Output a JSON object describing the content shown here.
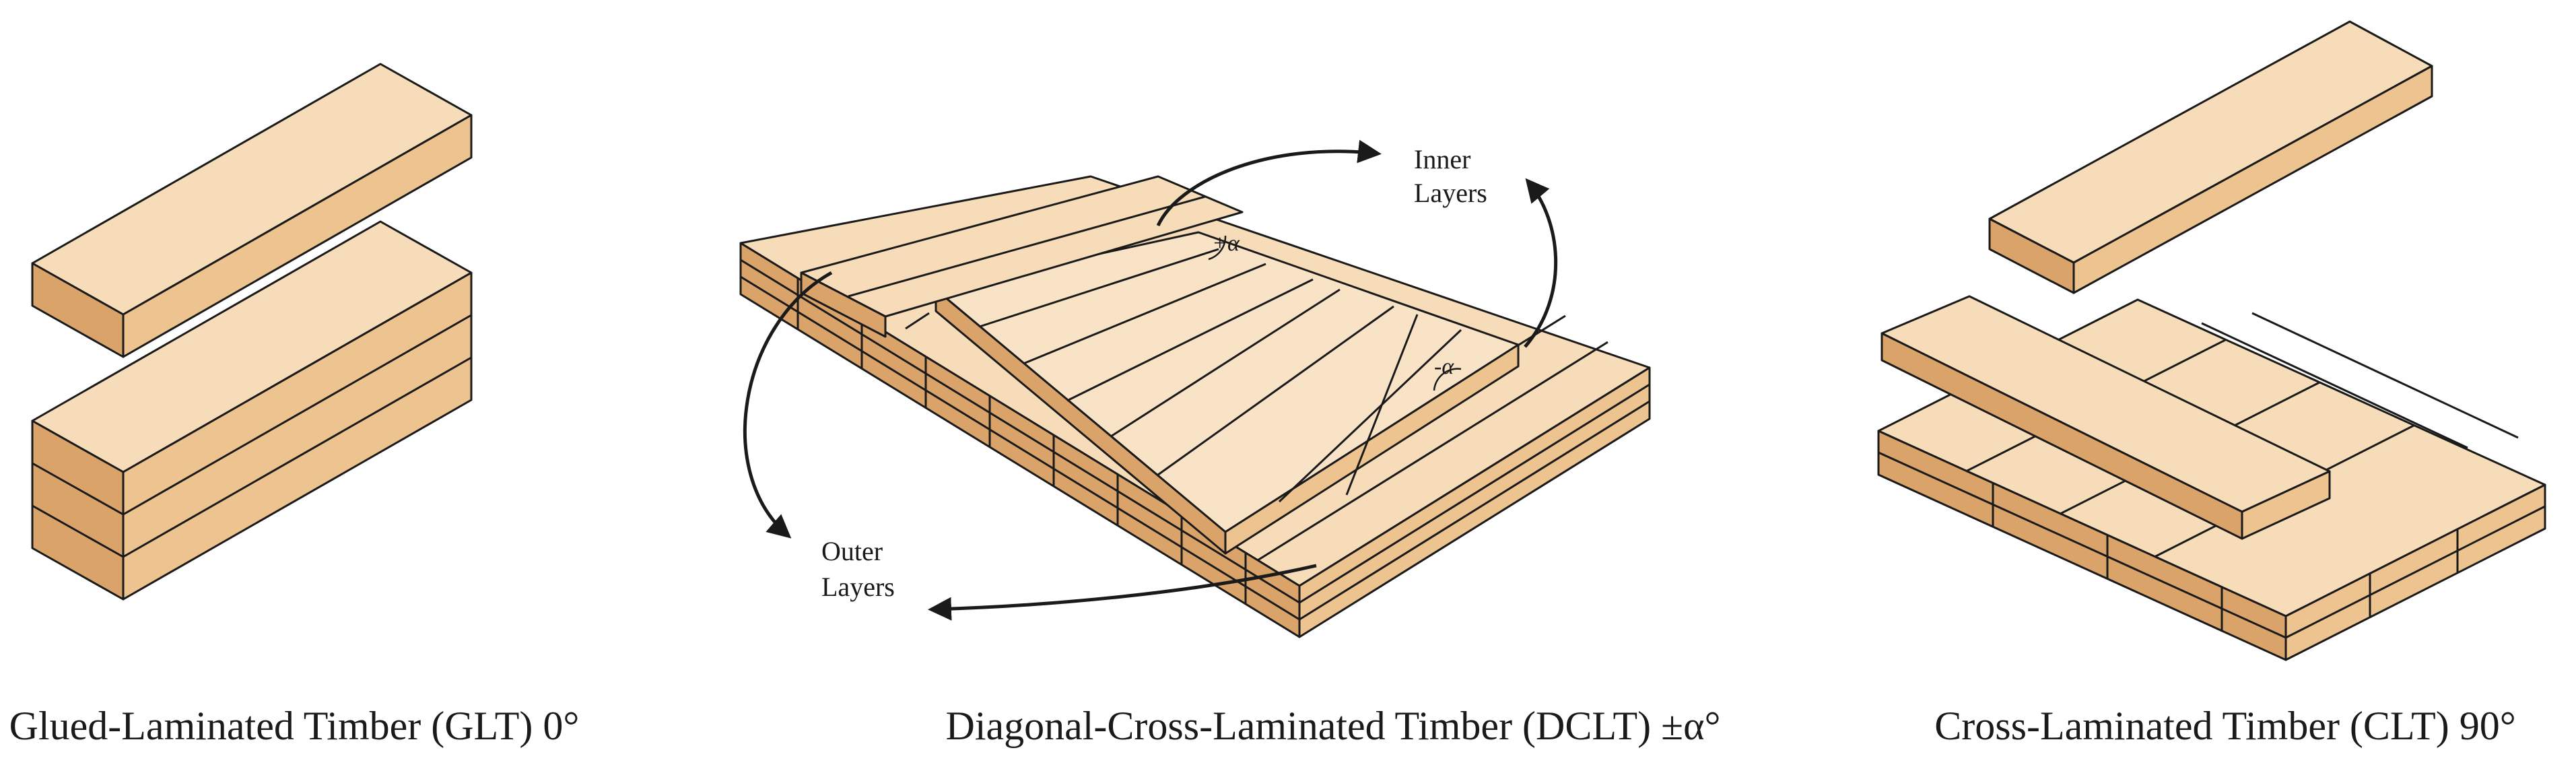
{
  "figure": {
    "panels": [
      {
        "id": "glt",
        "caption": "Glued-Laminated Timber (GLT) 0°"
      },
      {
        "id": "dclt",
        "caption": "Diagonal-Cross-Laminated Timber (DCLT) ±α°"
      },
      {
        "id": "clt",
        "caption": "Cross-Laminated Timber (CLT) 90°"
      }
    ],
    "annotations": {
      "inner_line1": "Inner",
      "inner_line2": "Layers",
      "outer_line1": "Outer",
      "outer_line2": "Layers",
      "plus_alpha": "+α",
      "minus_alpha": "-α"
    },
    "colors": {
      "wood_top": "#f6dcb9",
      "wood_side": "#edc38f",
      "wood_front": "#d9a36a",
      "wood_dark": "#c98a52",
      "outline": "#1a1a1a"
    }
  }
}
